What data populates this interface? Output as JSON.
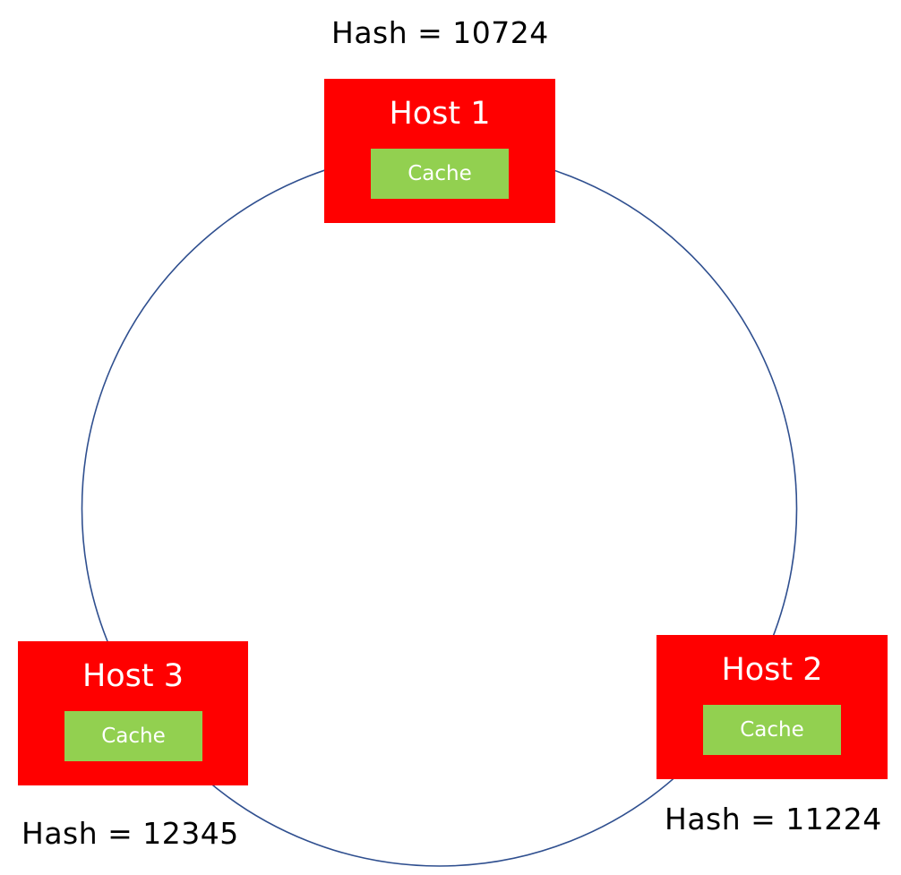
{
  "diagram": {
    "ring_color": "#2f4f8f",
    "host_color": "#ff0000",
    "cache_color": "#92d050",
    "hosts": [
      {
        "title": "Host 1",
        "cache_label": "Cache",
        "hash_label": "Hash = 10724"
      },
      {
        "title": "Host 2",
        "cache_label": "Cache",
        "hash_label": "Hash = 11224"
      },
      {
        "title": "Host 3",
        "cache_label": "Cache",
        "hash_label": "Hash = 12345"
      }
    ]
  }
}
